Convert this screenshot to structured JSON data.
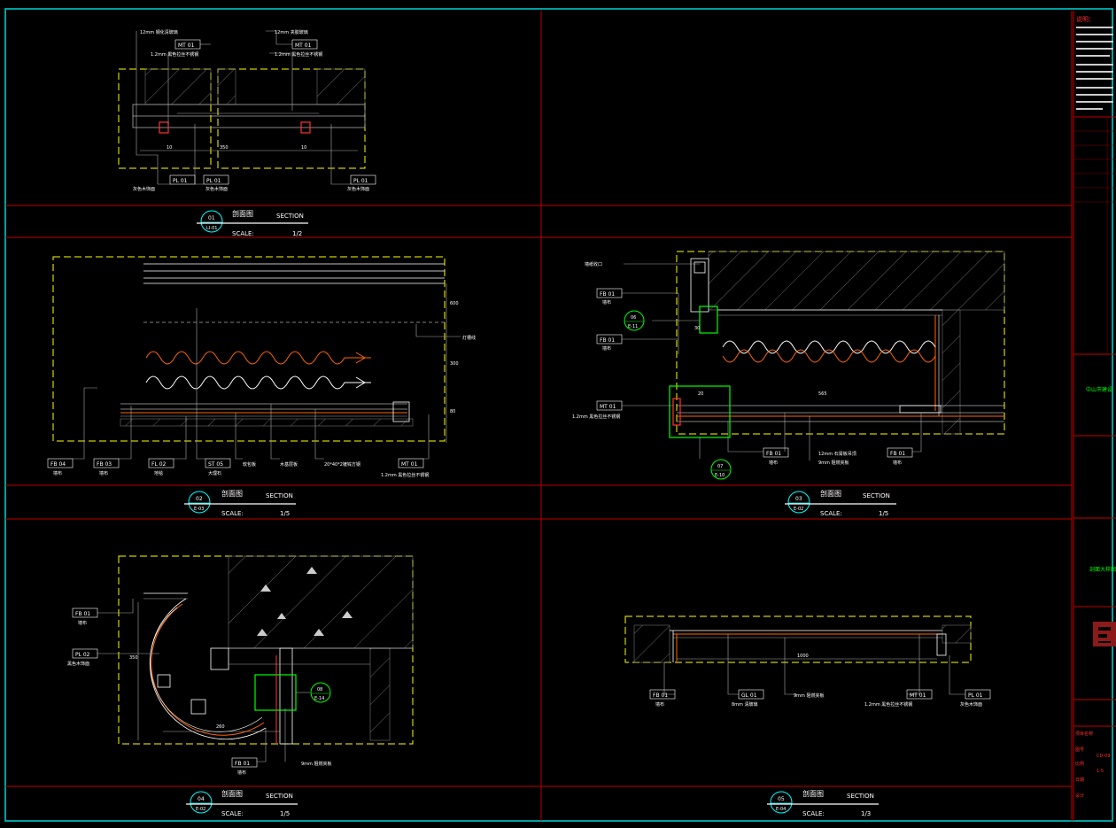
{
  "sheet": {
    "title_block": {
      "notes_title": "说明：",
      "company_name": "中山市建设",
      "drawing_name": "剖面大样图",
      "fields": [
        {
          "label": "项目名称",
          "value": ""
        },
        {
          "label": "图号",
          "value": "CD-09"
        },
        {
          "label": "比例",
          "value": "1:5"
        },
        {
          "label": "日期",
          "value": ""
        },
        {
          "label": "设计",
          "value": ""
        }
      ]
    },
    "panels": [
      {
        "id": "01",
        "sub": "LI-01",
        "title_cn": "剖面图",
        "title_en": "SECTION",
        "scale_label": "SCALE:",
        "scale": "1/2",
        "tags": [
          {
            "code": "MT 01",
            "note": "1.2mm 黑色拉丝不锈钢"
          },
          {
            "code": "MT 01",
            "note": "1.2mm 黑色拉丝不锈钢"
          },
          {
            "code": "PL 01",
            "note": "灰色木饰面"
          },
          {
            "code": "PL 01",
            "note": "灰色木饰面"
          },
          {
            "code": "PL 01",
            "note": "灰色木饰面"
          }
        ],
        "notes": [
          "12mm 钢化清玻璃",
          "12mm 夹胶玻璃"
        ],
        "dims": [
          "350",
          "10",
          "10"
        ]
      },
      {
        "id": "02",
        "sub": "E-03",
        "title_cn": "剖面图",
        "title_en": "SECTION",
        "scale_label": "SCALE:",
        "scale": "1/5",
        "tags": [
          {
            "code": "FB 04",
            "note": "墙布"
          },
          {
            "code": "FB 03",
            "note": "墙布"
          },
          {
            "code": "FL 02",
            "note": "地毯"
          },
          {
            "code": "ST 05",
            "note": "大理石"
          },
          {
            "code": "MT 01",
            "note": "1.2mm 黑色拉丝不锈钢"
          }
        ],
        "notes": [
          "软包板",
          "木基层板",
          "20*40*2镀锌方钢",
          "灯槽线"
        ],
        "dims": [
          "300",
          "600",
          "80"
        ]
      },
      {
        "id": "03",
        "sub": "E-02",
        "title_cn": "剖面图",
        "title_en": "SECTION",
        "scale_label": "SCALE:",
        "scale": "1/5",
        "tags": [
          {
            "code": "FB 01",
            "note": "墙布"
          },
          {
            "code": "FB 01",
            "note": "墙布"
          },
          {
            "code": "MT 01",
            "note": "1.2mm 黑色拉丝不锈钢"
          },
          {
            "code": "FB 01",
            "note": "墙布"
          },
          {
            "code": "FB 01",
            "note": "墙布"
          }
        ],
        "callouts": [
          {
            "id": "06",
            "sub": "E-11"
          },
          {
            "id": "07",
            "sub": "E-10"
          }
        ],
        "notes": [
          "墙纸收口",
          "12mm 石膏板吊顶",
          "9mm 阻燃夹板"
        ],
        "dims": [
          "565",
          "30",
          "20"
        ]
      },
      {
        "id": "04",
        "sub": "E-02",
        "title_cn": "剖面图",
        "title_en": "SECTION",
        "scale_label": "SCALE:",
        "scale": "1/5",
        "tags": [
          {
            "code": "FB 01",
            "note": "墙布"
          },
          {
            "code": "PL 02",
            "note": "黑色木饰面"
          },
          {
            "code": "FB 01",
            "note": "墙布"
          }
        ],
        "callouts": [
          {
            "id": "08",
            "sub": "E-14"
          }
        ],
        "notes": [
          "9mm 阻燃夹板"
        ],
        "dims": [
          "350",
          "260"
        ]
      },
      {
        "id": "05",
        "sub": "E-04",
        "title_cn": "剖面图",
        "title_en": "SECTION",
        "scale_label": "SCALE:",
        "scale": "1/3",
        "tags": [
          {
            "code": "FB 01",
            "note": "墙布"
          },
          {
            "code": "GL 01",
            "note": "8mm 清玻璃"
          },
          {
            "code": "MT 01",
            "note": "1.2mm 黑色拉丝不锈钢"
          },
          {
            "code": "PL 01",
            "note": "灰色木饰面"
          }
        ],
        "notes": [
          "9mm 阻燃夹板"
        ],
        "dims": [
          "1000"
        ]
      }
    ]
  },
  "colors": {
    "background": "#000000",
    "frame": "#00a0a0",
    "grid": "#c00000",
    "outline": "#ffff00",
    "detail": "#ffffff",
    "highlight": "#00ff00",
    "accent": "#ff6600",
    "callout": "#00ffff"
  }
}
